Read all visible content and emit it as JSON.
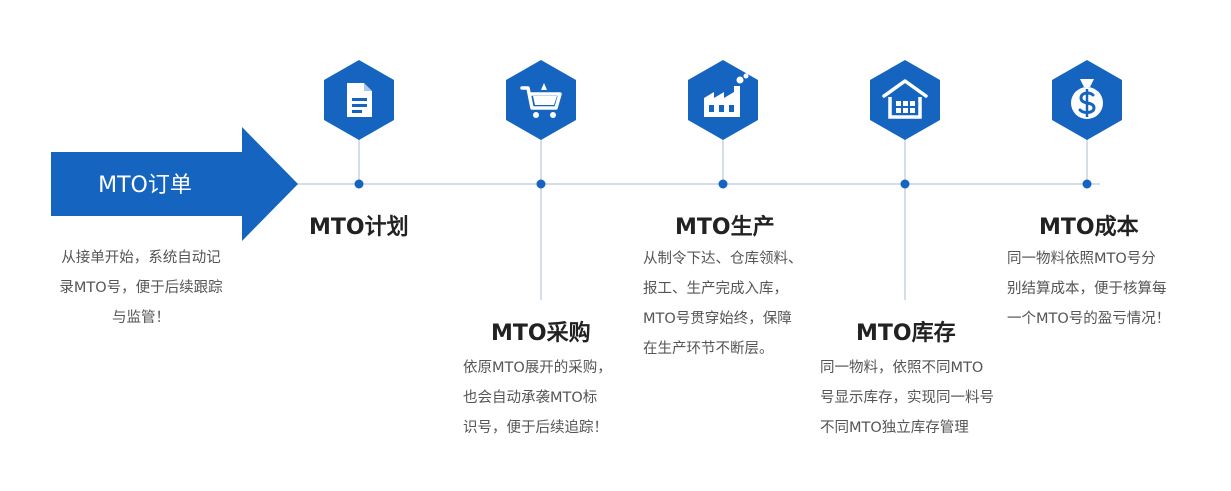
{
  "start": {
    "label": "MTO订单",
    "desc": [
      "从接单开始，系统自动记",
      "录MTO号，便于后续跟踪",
      "与监管！"
    ]
  },
  "steps": [
    {
      "title": "MTO计划",
      "icon": "document-icon",
      "desc": []
    },
    {
      "title": "MTO采购",
      "icon": "shopping-cart-icon",
      "desc": [
        "依原MTO展开的采购，",
        "也会自动承袭MTO标",
        "识号，便于后续追踪！"
      ]
    },
    {
      "title": "MTO生产",
      "icon": "factory-icon",
      "desc": [
        "从制令下达、仓库领料、",
        "报工、生产完成入库，",
        "MTO号贯穿始终，保障",
        "在生产环节不断层。"
      ]
    },
    {
      "title": "MTO库存",
      "icon": "warehouse-icon",
      "desc": [
        "同一物料，依照不同MTO",
        "号显示库存，实现同一料号",
        "不同MTO独立库存管理"
      ]
    },
    {
      "title": "MTO成本",
      "icon": "money-bag-icon",
      "desc": [
        "同一物料依照MTO号分",
        "别结算成本，便于核算每",
        "一个MTO号的盈亏情况！"
      ]
    }
  ],
  "colors": {
    "primary": "#1565C0",
    "line": "#D5DEE8",
    "dot": "#1565C0",
    "title": "#222222",
    "text": "#555555"
  }
}
